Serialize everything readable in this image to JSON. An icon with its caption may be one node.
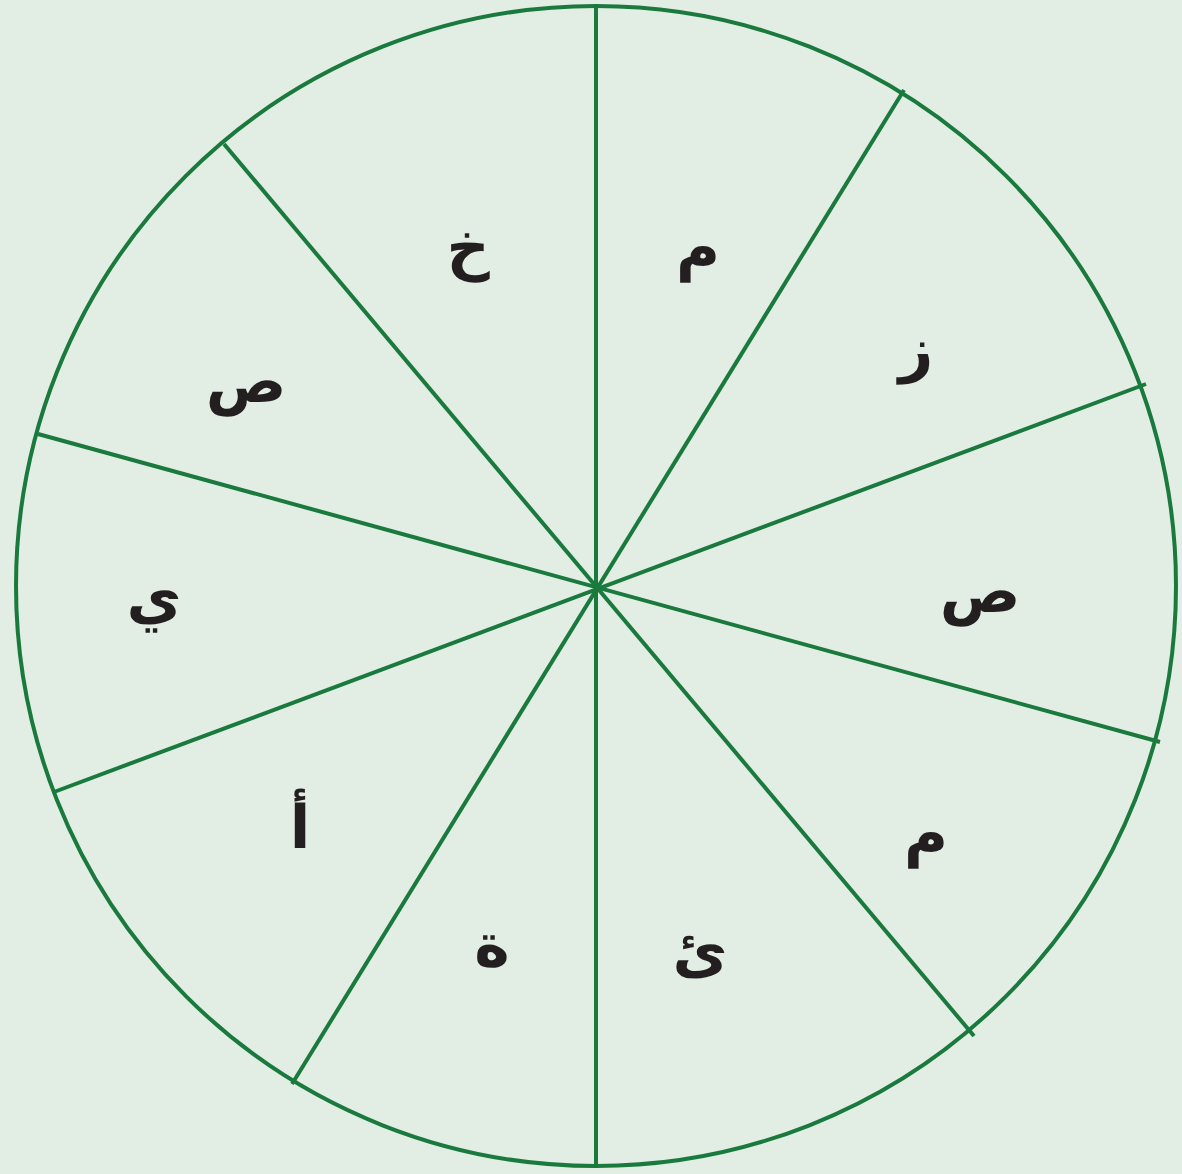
{
  "diagram": {
    "labels": [
      "م",
      "ز",
      "ص",
      "م",
      "ئ",
      "ة",
      "أ",
      "ي",
      "ص",
      "خ"
    ]
  }
}
